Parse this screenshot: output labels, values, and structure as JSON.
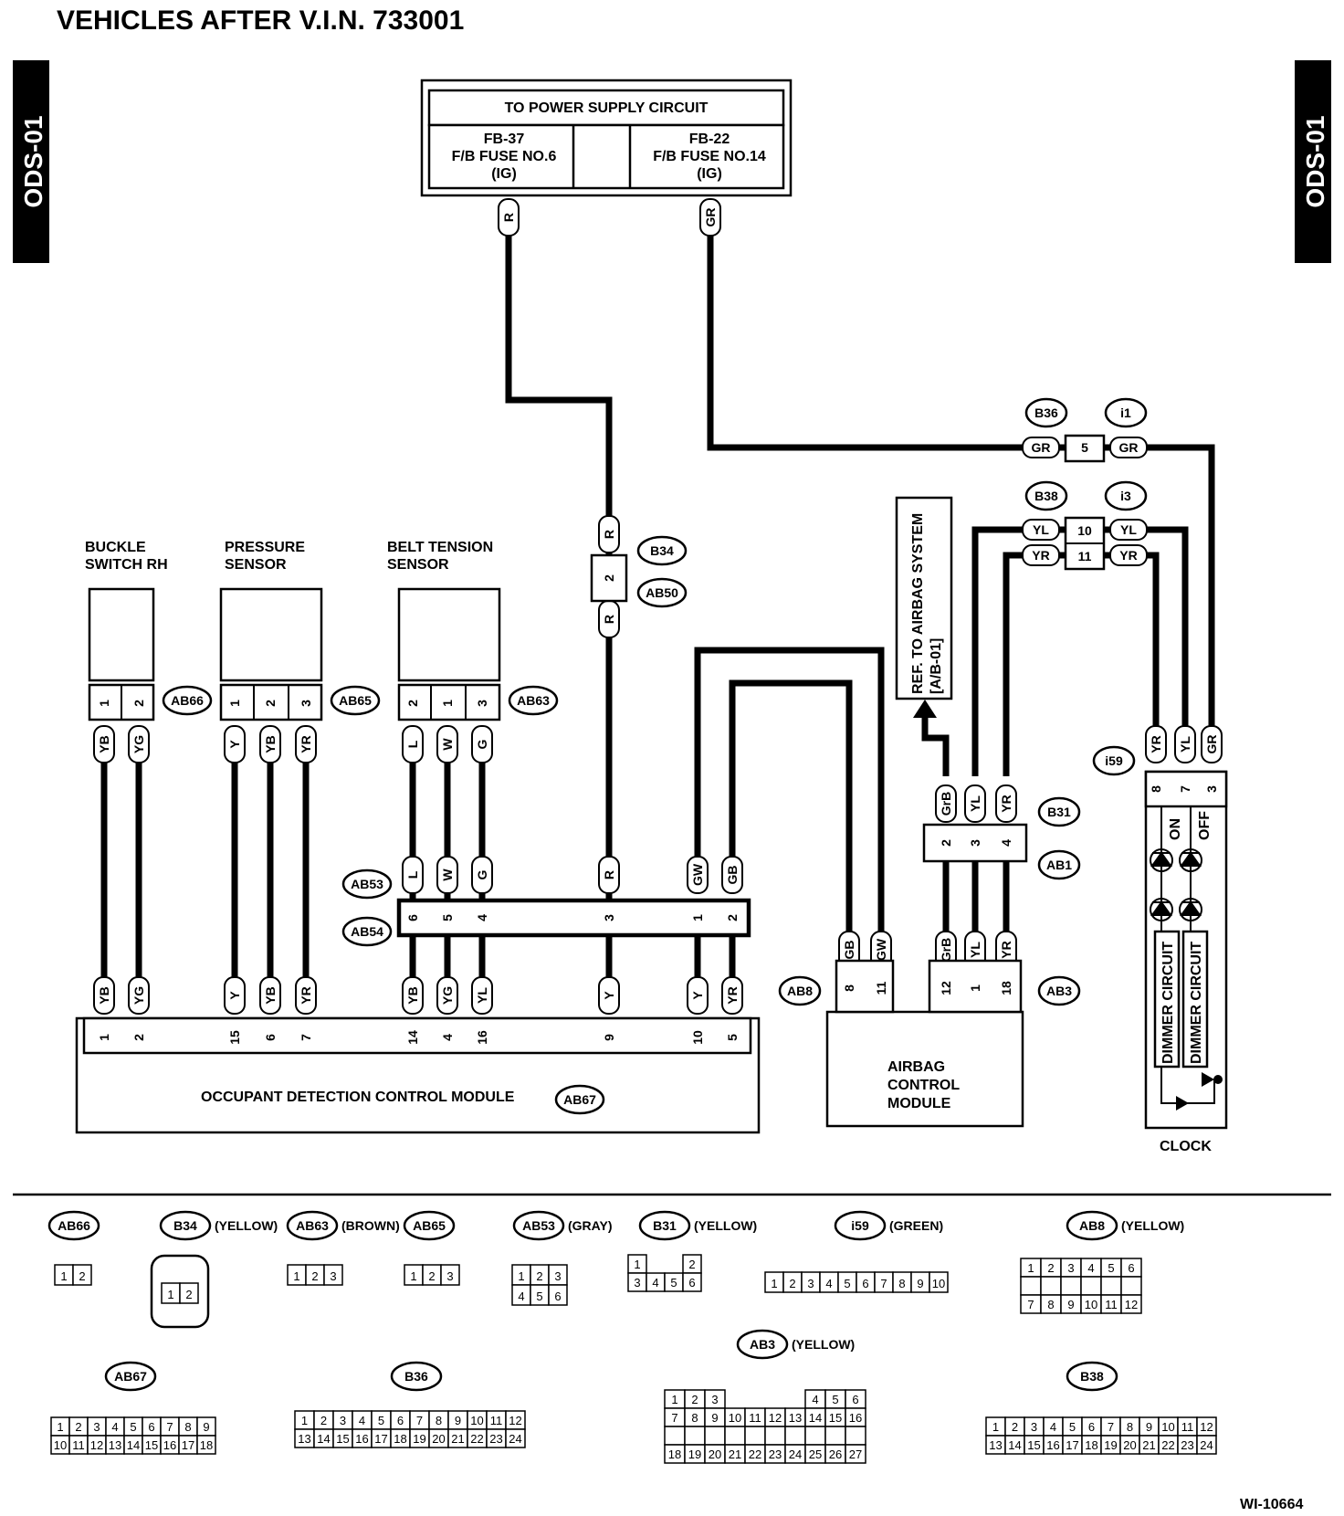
{
  "title": "VEHICLES AFTER V.I.N. 733001",
  "side_tab": "ODS-01",
  "figure_id": "WI-10664",
  "power_supply": {
    "title": "TO POWER SUPPLY CIRCUIT",
    "left": [
      "FB-37",
      "F/B FUSE NO.6",
      "(IG)"
    ],
    "right": [
      "FB-22",
      "F/B FUSE NO.14",
      "(IG)"
    ]
  },
  "components": {
    "buckle": [
      "BUCKLE",
      "SWITCH RH"
    ],
    "pressure": [
      "PRESSURE",
      "SENSOR"
    ],
    "belt": [
      "BELT TENSION",
      "SENSOR"
    ],
    "odcm": "OCCUPANT DETECTION CONTROL MODULE",
    "acm": [
      "AIRBAG",
      "CONTROL",
      "MODULE"
    ],
    "clock": "CLOCK",
    "ref": [
      "REF. TO AIRBAG SYSTEM",
      "[A/B-01]"
    ],
    "dimmer": "DIMMER CIRCUIT",
    "clock_on": "ON",
    "clock_off": "OFF"
  },
  "connectors": {
    "AB66": "AB66",
    "AB65": "AB65",
    "AB63": "AB63",
    "B34": "B34",
    "AB50": "AB50",
    "AB53": "AB53",
    "AB54": "AB54",
    "AB67": "AB67",
    "AB8": "AB8",
    "AB3": "AB3",
    "AB1": "AB1",
    "B31": "B31",
    "B36": "B36",
    "i1": "i1",
    "B38": "B38",
    "i3": "i3",
    "i59": "i59"
  },
  "wire_colors": {
    "R": "R",
    "GR": "GR",
    "YB": "YB",
    "YG": "YG",
    "Y": "Y",
    "YR": "YR",
    "L": "L",
    "W": "W",
    "G": "G",
    "YL": "YL",
    "GW": "GW",
    "GB": "GB",
    "GrB": "GrB"
  },
  "legend": {
    "AB66": {
      "label": "AB66",
      "color": ""
    },
    "B34": {
      "label": "B34",
      "color": "(YELLOW)"
    },
    "AB63": {
      "label": "AB63",
      "color": "(BROWN)"
    },
    "AB65": {
      "label": "AB65",
      "color": ""
    },
    "AB53": {
      "label": "AB53",
      "color": "(GRAY)"
    },
    "B31": {
      "label": "B31",
      "color": "(YELLOW)"
    },
    "i59": {
      "label": "i59",
      "color": "(GREEN)"
    },
    "AB8": {
      "label": "AB8",
      "color": "(YELLOW)"
    },
    "AB3": {
      "label": "AB3",
      "color": "(YELLOW)"
    },
    "AB67": {
      "label": "AB67",
      "color": ""
    },
    "B36": {
      "label": "B36",
      "color": ""
    },
    "B38": {
      "label": "B38",
      "color": ""
    }
  }
}
